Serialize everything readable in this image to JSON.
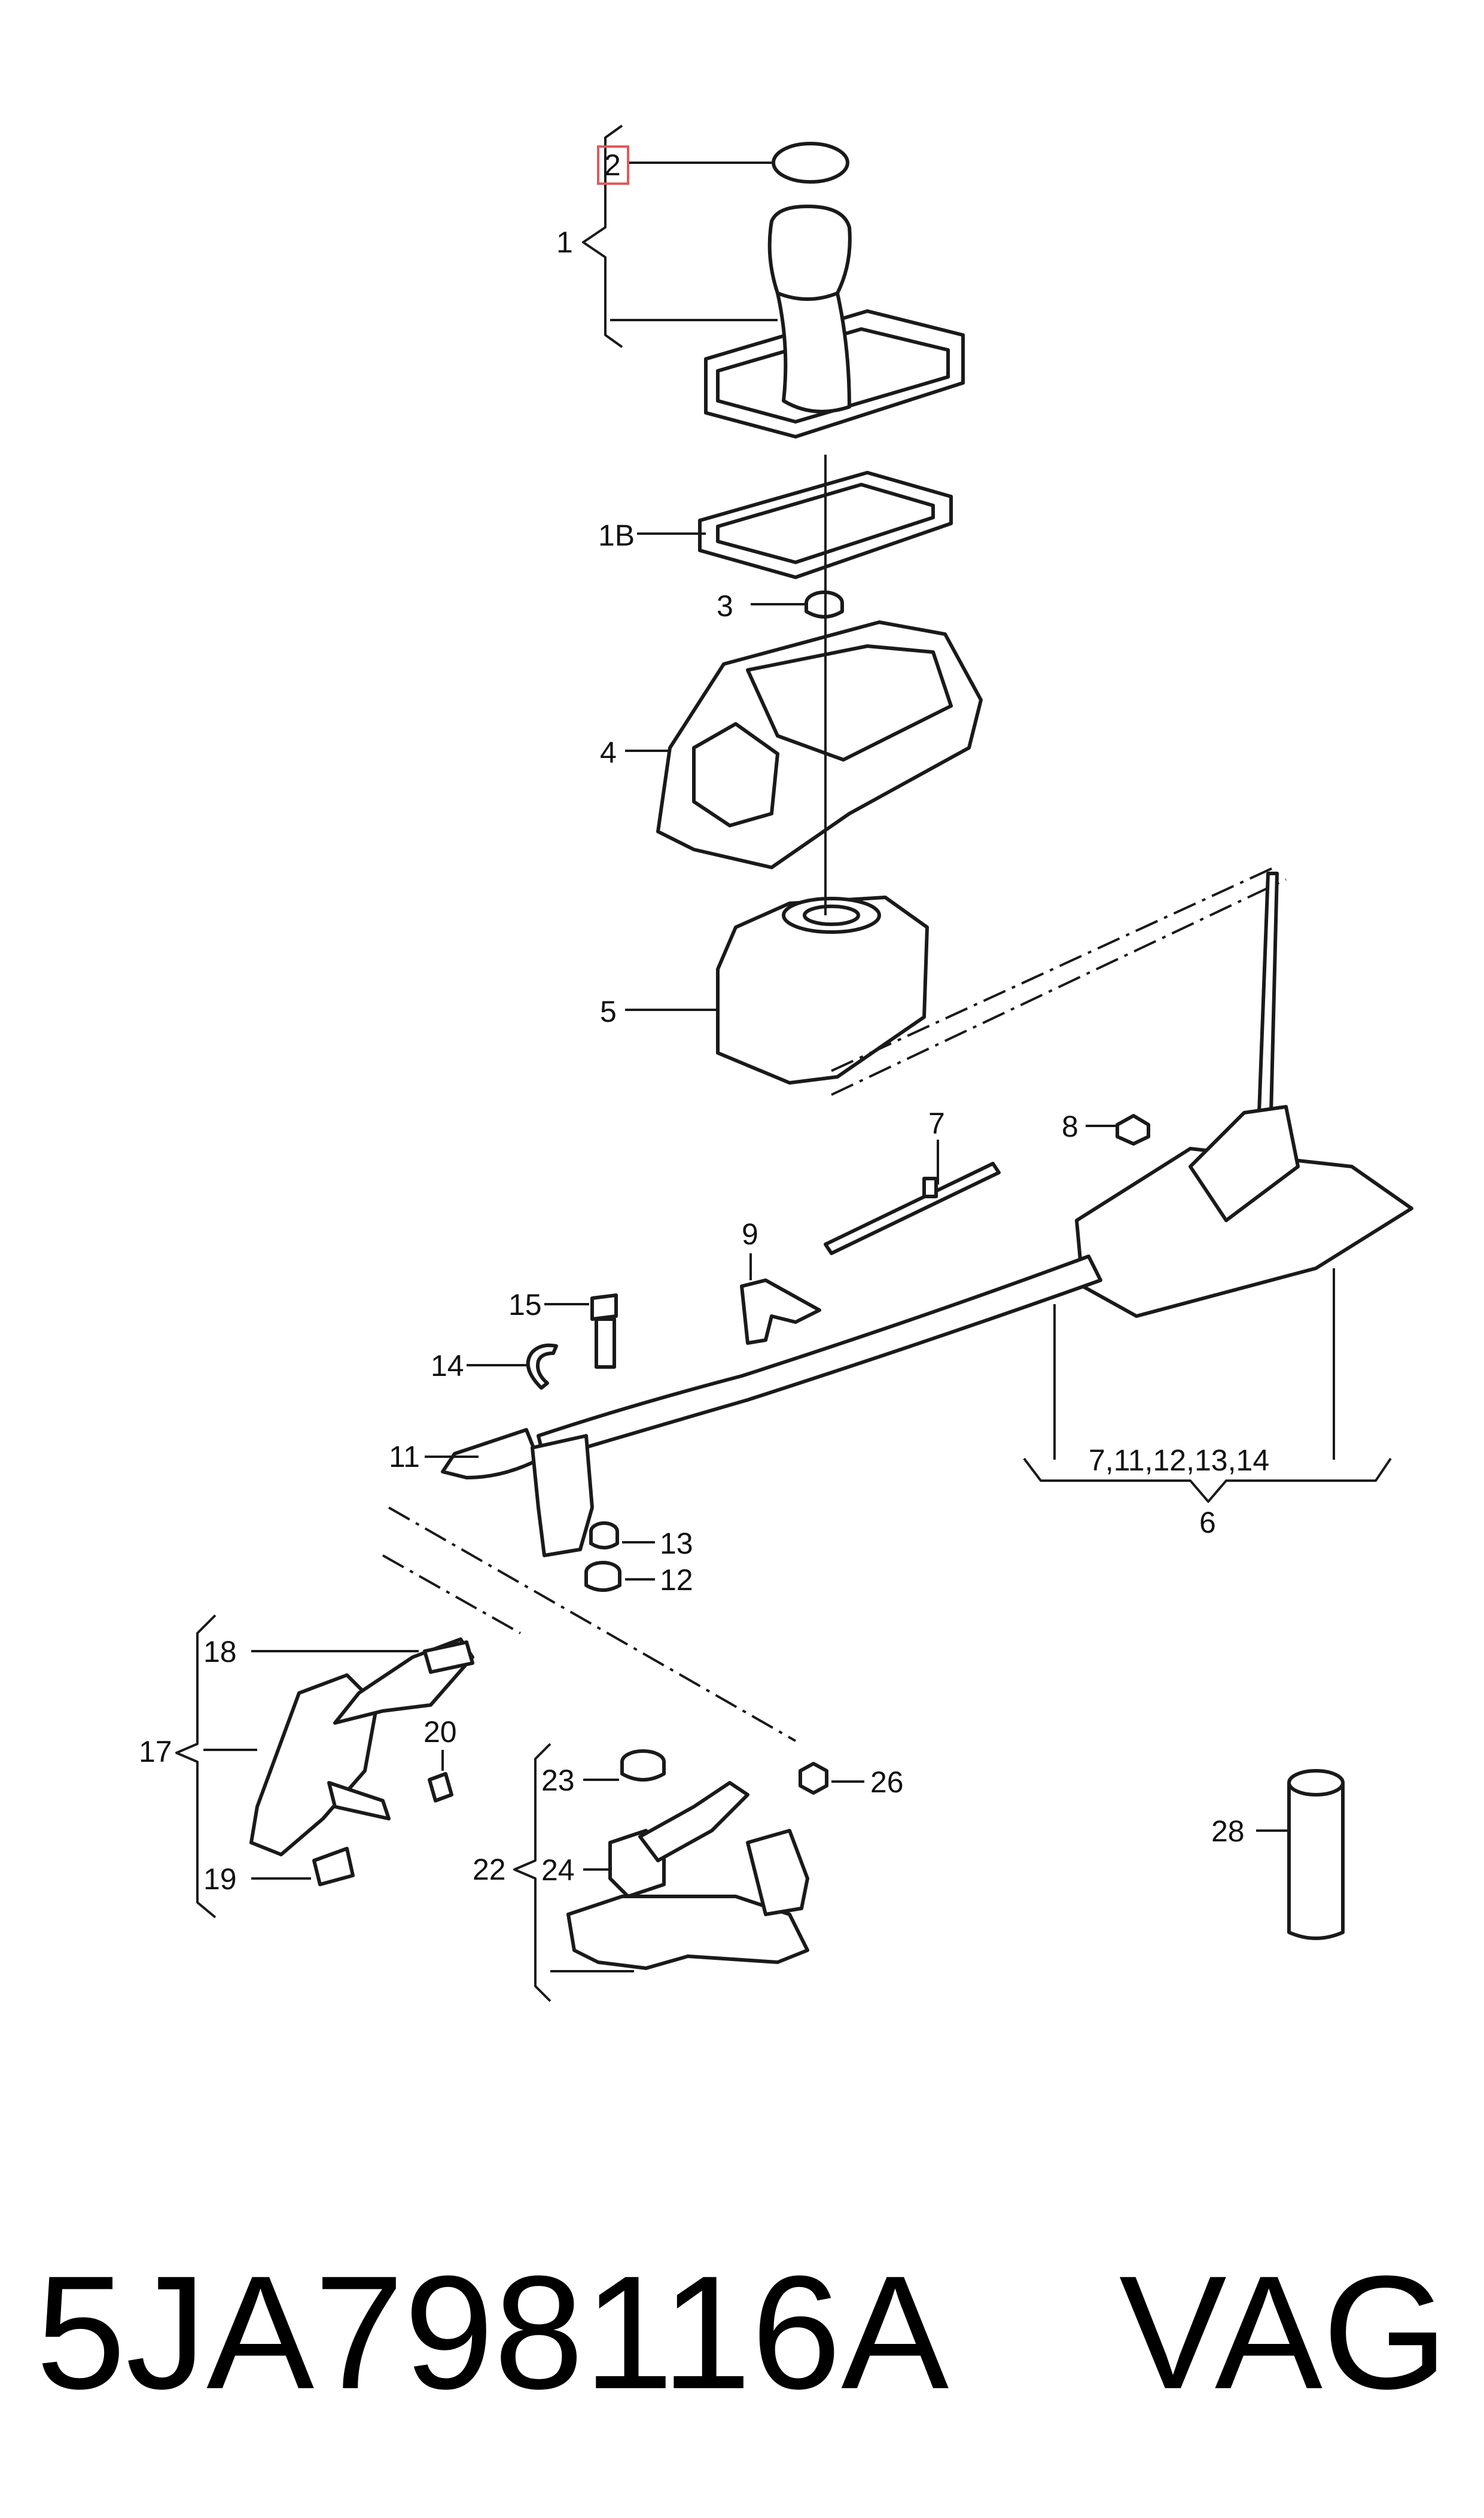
{
  "labels": {
    "p1": "1",
    "p2": "2",
    "p1b": "1B",
    "p3": "3",
    "p4": "4",
    "p5": "5",
    "p6": "6",
    "p6_group": "7,11,12,13,14",
    "p7": "7",
    "p8": "8",
    "p9": "9",
    "p11": "11",
    "p12": "12",
    "p13": "13",
    "p14": "14",
    "p15": "15",
    "p17": "17",
    "p18": "18",
    "p19": "19",
    "p20": "20",
    "p22": "22",
    "p23": "23",
    "p24": "24",
    "p26": "26",
    "p28": "28"
  },
  "footer": {
    "part_number": "5JA798116A",
    "brand": "VAG"
  },
  "colors": {
    "line": "#1a1a1a",
    "highlight": "#e05a5a"
  }
}
